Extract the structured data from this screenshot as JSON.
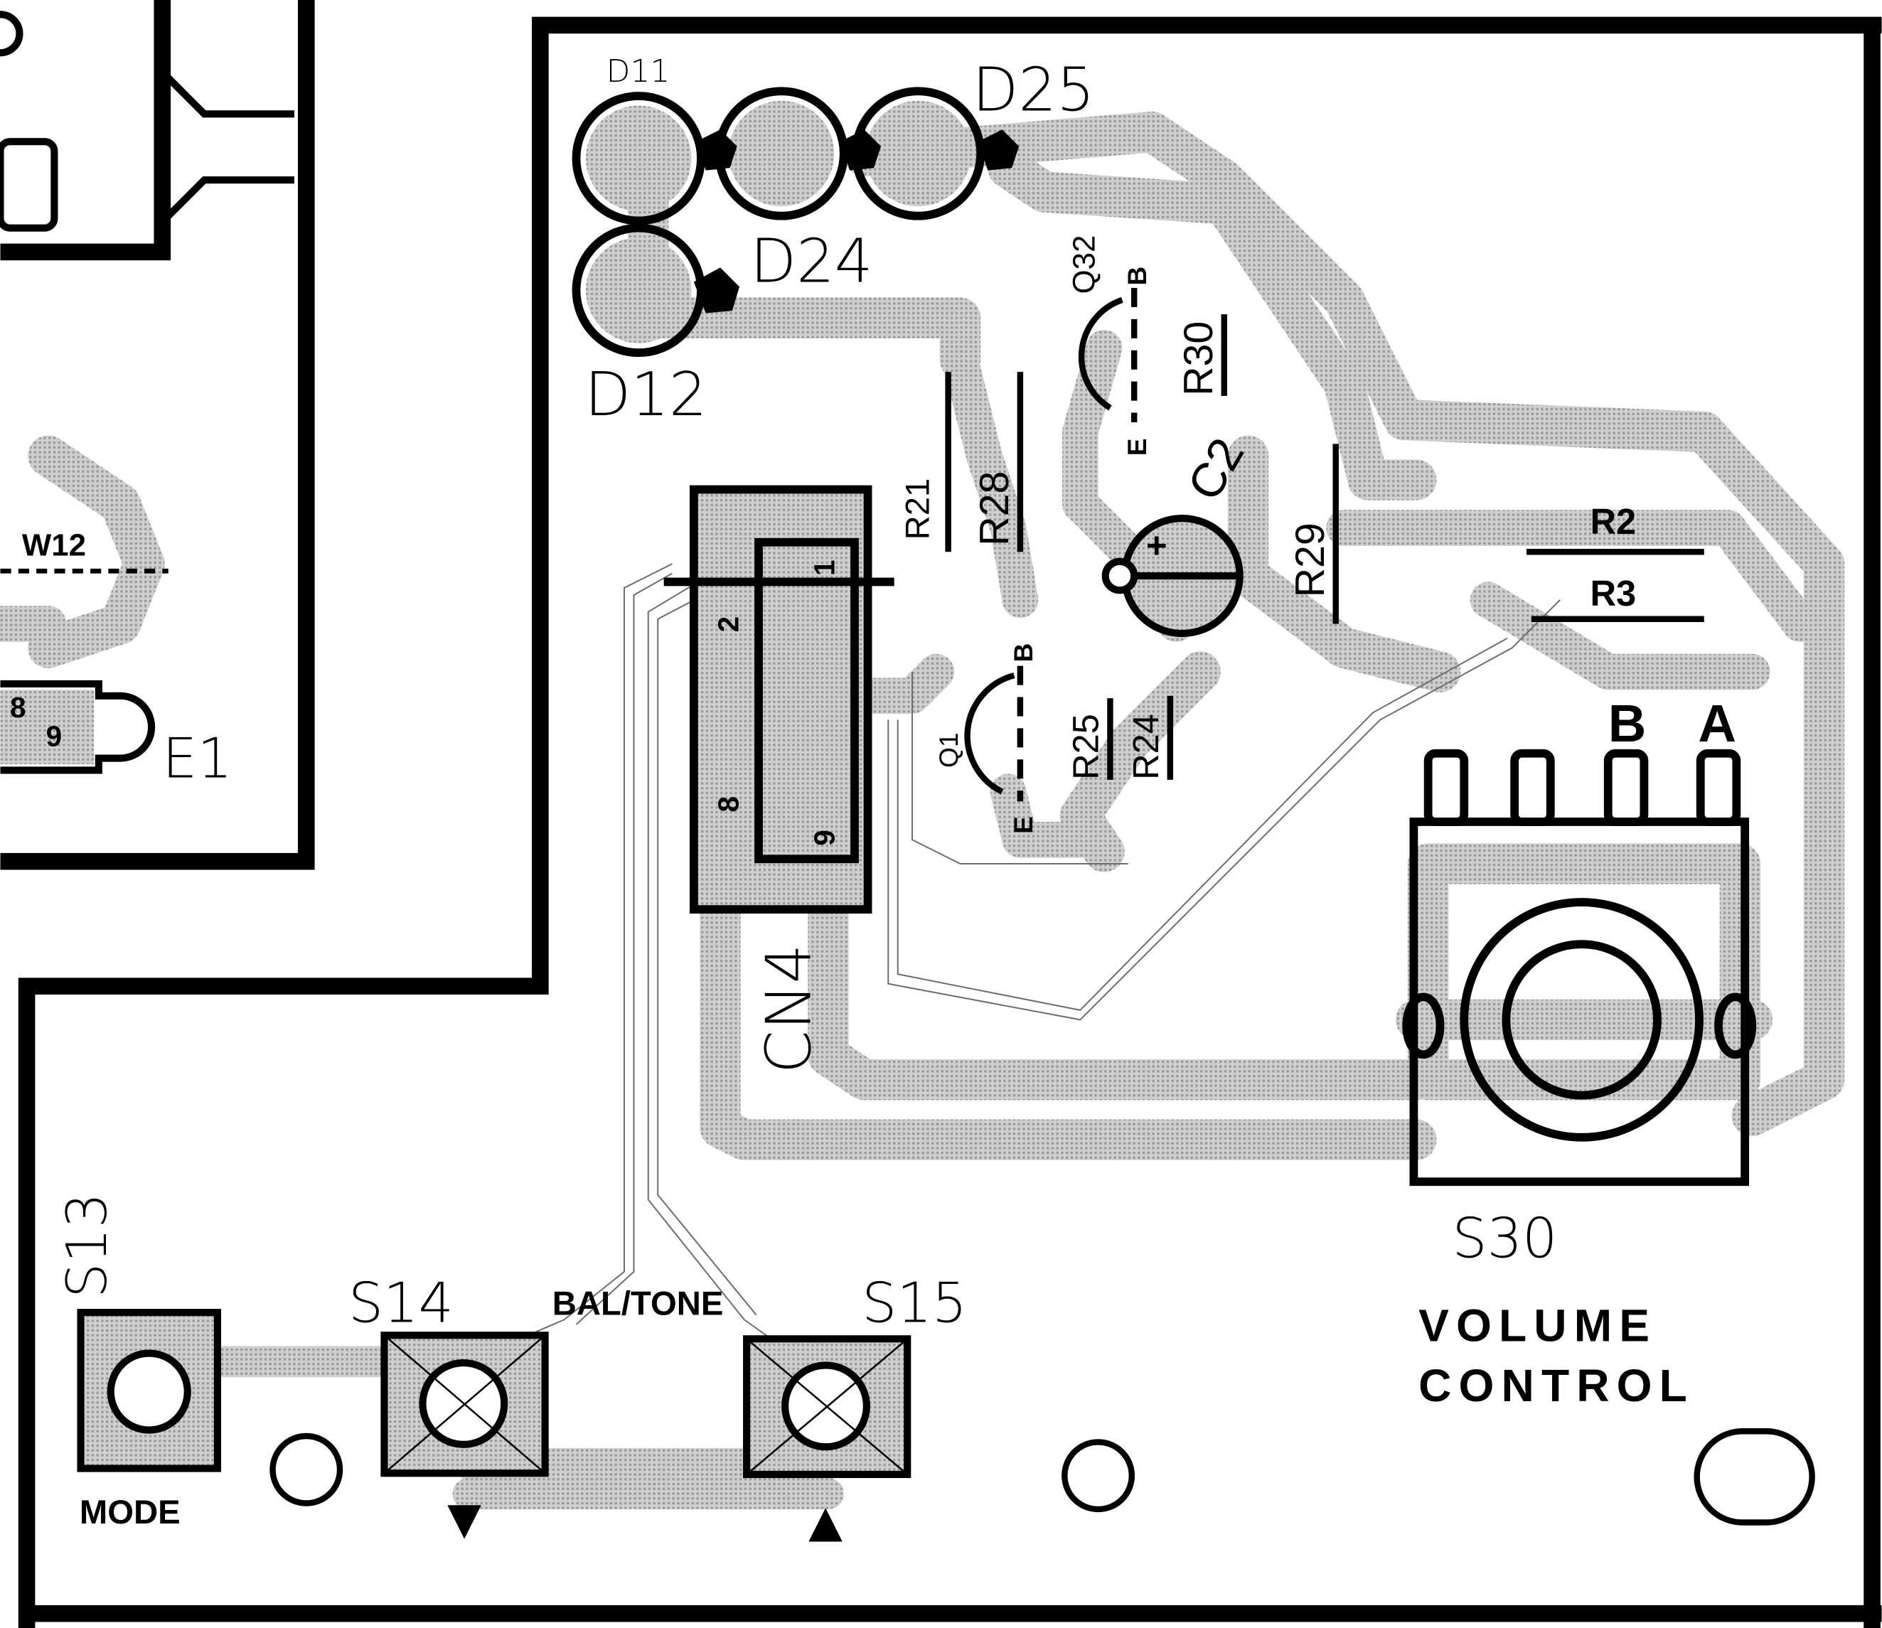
{
  "diagram": {
    "components": {
      "diodes": [
        "D11",
        "D25",
        "D24",
        "D12"
      ],
      "resistors": [
        "R21",
        "R28",
        "R30",
        "R29",
        "R2",
        "R3",
        "R25",
        "R24"
      ],
      "transistors": [
        "Q32",
        "Q1"
      ],
      "capacitor": "C2",
      "capacitor_polarity": "+",
      "connector": "CN4",
      "connector_pins": [
        "1",
        "2",
        "8",
        "9"
      ],
      "left_board_labels": [
        "W12",
        "8",
        "9",
        "E1"
      ],
      "pin_letters": {
        "b": "B",
        "e": "E"
      },
      "switches": [
        "S13",
        "S14",
        "S15",
        "S30"
      ],
      "pot_terminals": [
        "B",
        "A"
      ]
    },
    "annotations": {
      "bal_tone": "BAL/TONE",
      "mode": "MODE",
      "volume_line1": "VOLUME",
      "volume_line2": "CONTROL",
      "down_arrow": "▼",
      "up_arrow": "▲"
    },
    "colors": {
      "trace": "#b3b3b3",
      "ink": "#000000",
      "background": "#ffffff"
    }
  }
}
